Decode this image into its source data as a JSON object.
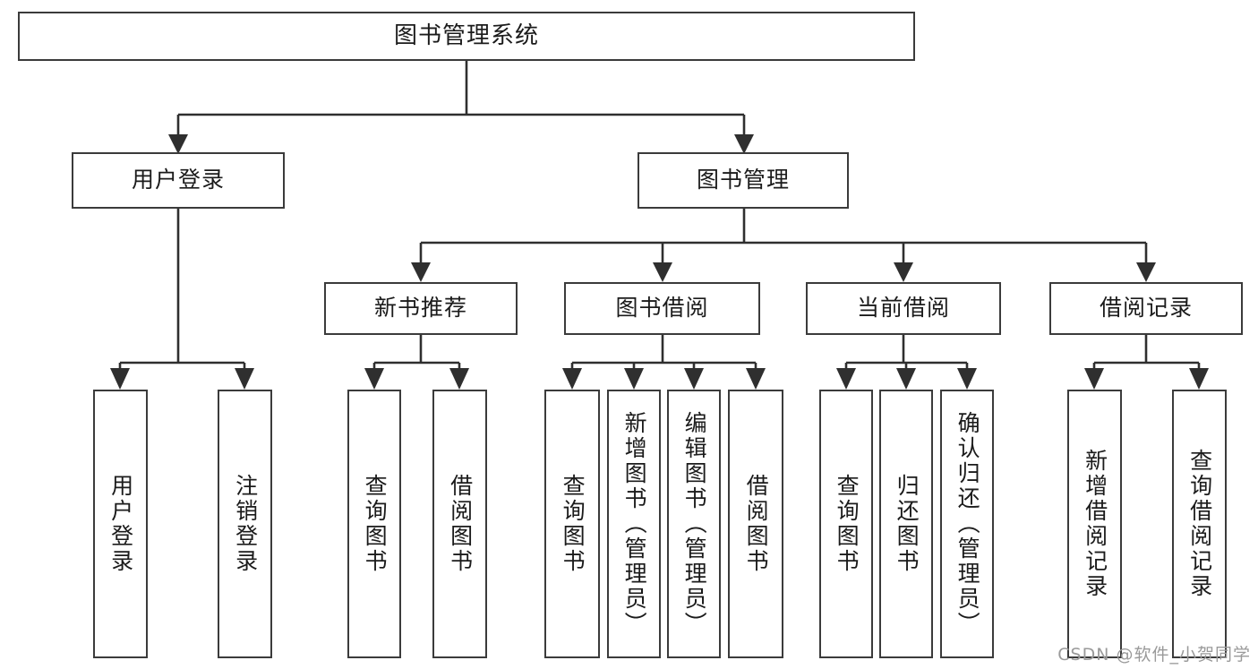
{
  "diagram": {
    "title": "图书管理系统",
    "type": "tree",
    "watermark": "CSDN @软件_小贺同学",
    "colors": {
      "box_border": "#3b3b3b",
      "box_fill": "#ffffff",
      "connector": "#2f2f2f",
      "text": "#1b1b1b",
      "watermark": "#9a9a9a",
      "background": "#ffffff"
    },
    "nodes": {
      "root": {
        "label": "图书管理系统"
      },
      "level1": [
        {
          "id": "user-login",
          "label": "用户登录"
        },
        {
          "id": "book-manage",
          "label": "图书管理"
        }
      ],
      "level2": [
        {
          "id": "new-book-recommend",
          "label": "新书推荐"
        },
        {
          "id": "book-borrow",
          "label": "图书借阅"
        },
        {
          "id": "current-borrow",
          "label": "当前借阅"
        },
        {
          "id": "borrow-record",
          "label": "借阅记录"
        }
      ],
      "leaves": {
        "user_login": [
          {
            "id": "leaf-user-login",
            "label": "用户登录"
          },
          {
            "id": "leaf-user-logout",
            "label": "注销登录"
          }
        ],
        "new_book_recommend": [
          {
            "id": "leaf-query-book-1",
            "label": "查询图书"
          },
          {
            "id": "leaf-borrow-book-1",
            "label": "借阅图书"
          }
        ],
        "book_borrow": [
          {
            "id": "leaf-query-book-2",
            "label": "查询图书"
          },
          {
            "id": "leaf-add-book",
            "label": "新增图书（管理员）"
          },
          {
            "id": "leaf-edit-book",
            "label": "编辑图书（管理员）"
          },
          {
            "id": "leaf-borrow-book-2",
            "label": "借阅图书"
          }
        ],
        "current_borrow": [
          {
            "id": "leaf-query-book-3",
            "label": "查询图书"
          },
          {
            "id": "leaf-return-book",
            "label": "归还图书"
          },
          {
            "id": "leaf-confirm-return",
            "label": "确认归还（管理员）"
          }
        ],
        "borrow_record": [
          {
            "id": "leaf-add-record",
            "label": "新增借阅记录"
          },
          {
            "id": "leaf-query-record",
            "label": "查询借阅记录"
          }
        ]
      }
    }
  }
}
